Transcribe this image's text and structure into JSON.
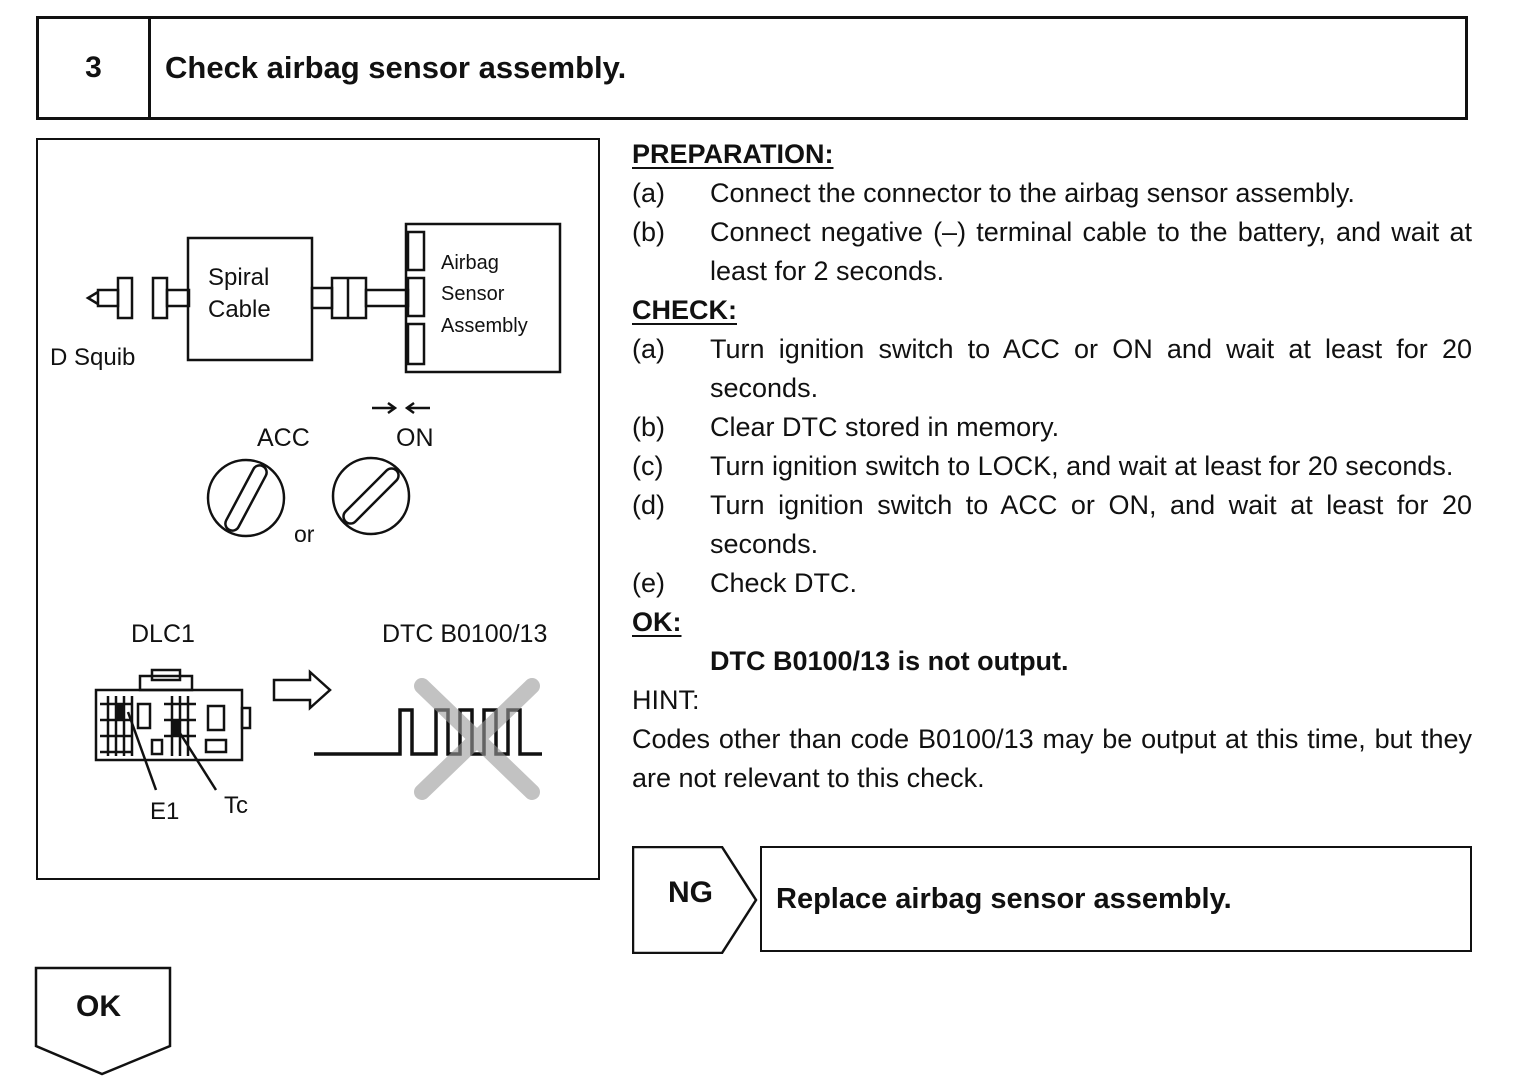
{
  "header": {
    "step_number": "3",
    "title": "Check airbag sensor assembly."
  },
  "figure": {
    "d_squib": "D Squib",
    "spiral_line1": "Spiral",
    "spiral_line2": "Cable",
    "sensor_line1": "Airbag",
    "sensor_line2": "Sensor",
    "sensor_line3": "Assembly",
    "acc": "ACC",
    "on": "ON",
    "or": "or",
    "dlc1": "DLC1",
    "dtc": "DTC B0100/13",
    "e1": "E1",
    "tc": "Tc"
  },
  "preparation": {
    "heading": "PREPARATION:",
    "items": [
      {
        "label": "(a)",
        "text": "Connect the connector to the airbag sensor assembly."
      },
      {
        "label": "(b)",
        "text": "Connect negative (–) terminal cable to the battery, and wait at least for 2 seconds."
      }
    ]
  },
  "check": {
    "heading": "CHECK:",
    "items": [
      {
        "label": "(a)",
        "text": "Turn ignition switch to ACC or ON and wait at least for 20 seconds."
      },
      {
        "label": "(b)",
        "text": "Clear DTC stored in memory."
      },
      {
        "label": "(c)",
        "text": "Turn ignition switch to LOCK, and wait at least for 20 seconds."
      },
      {
        "label": "(d)",
        "text": "Turn ignition switch to ACC or ON, and wait at least for 20 seconds."
      },
      {
        "label": "(e)",
        "text": "Check DTC."
      }
    ]
  },
  "ok": {
    "heading": "OK:",
    "result": "DTC B0100/13 is not output."
  },
  "hint": {
    "heading": "HINT:",
    "text": "Codes other than code B0100/13 may be output at this time, but they are not relevant to this check."
  },
  "ng": {
    "label": "NG",
    "action": "Replace airbag sensor assembly."
  },
  "ok_flow": {
    "label": "OK"
  }
}
